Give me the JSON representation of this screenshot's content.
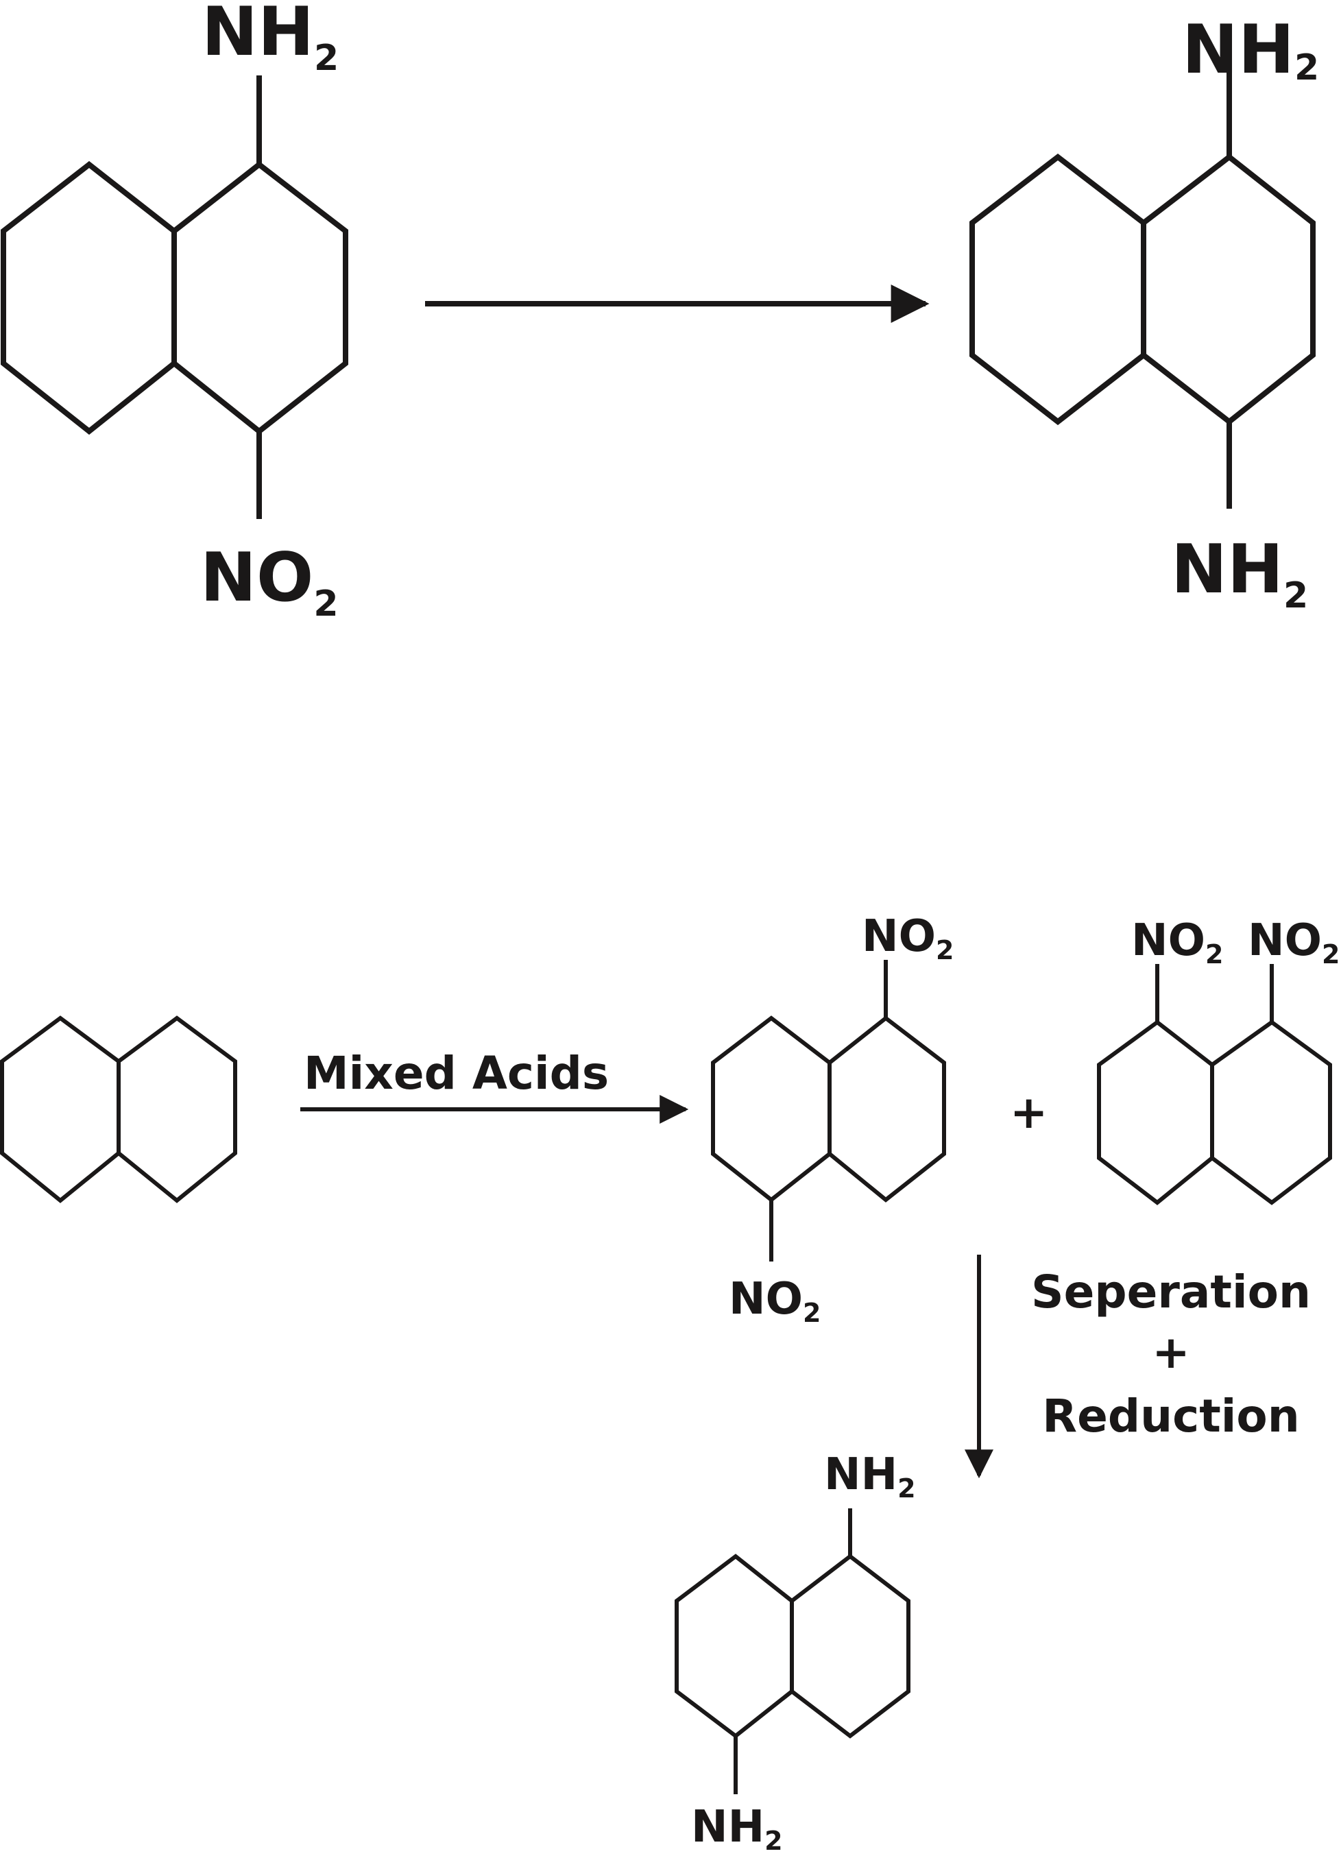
{
  "top_reaction": {
    "reactant": {
      "substituent_top": {
        "main": "NH",
        "sub": "2"
      },
      "substituent_bottom": {
        "main": "NO",
        "sub": "2"
      }
    },
    "product": {
      "substituent_top": {
        "main": "NH",
        "sub": "2"
      },
      "substituent_bottom": {
        "main": "NH",
        "sub": "2"
      }
    }
  },
  "bottom_scheme": {
    "step1_reagent": "Mixed Acids",
    "plus_sign": "+",
    "product_15": {
      "substituent_top": {
        "main": "NO",
        "sub": "2"
      },
      "substituent_bottom": {
        "main": "NO",
        "sub": "2"
      }
    },
    "product_18": {
      "substituent_left": {
        "main": "NO",
        "sub": "2"
      },
      "substituent_right": {
        "main": "NO",
        "sub": "2"
      }
    },
    "step2_conditions": [
      "Seperation",
      "+",
      "Reduction"
    ],
    "final_product": {
      "substituent_top": {
        "main": "NH",
        "sub": "2"
      },
      "substituent_bottom": {
        "main": "NH",
        "sub": "2"
      }
    }
  },
  "colors": {
    "ink": "#1a1818",
    "background": "#ffffff"
  }
}
